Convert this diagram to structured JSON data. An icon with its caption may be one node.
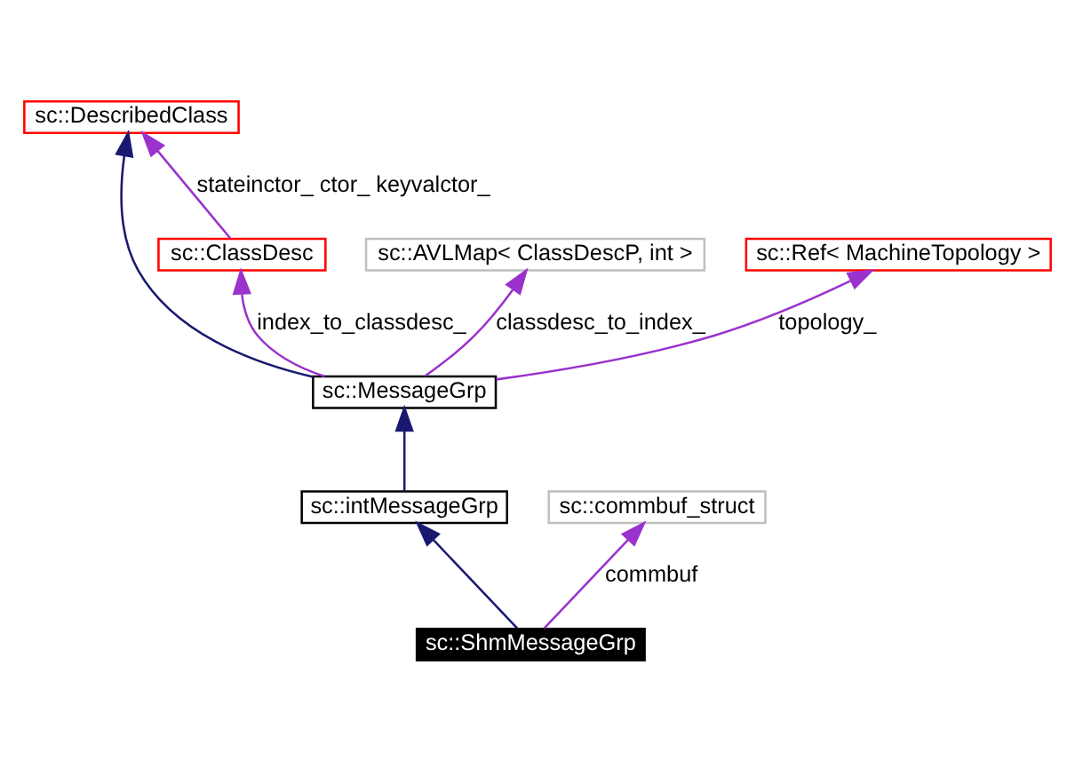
{
  "diagram": {
    "nodes": [
      {
        "text": [
          "sc::DescribedClass"
        ]
      },
      {
        "text": [
          "sc::ClassDesc"
        ]
      },
      {
        "text": [
          "sc::AVLMap< ClassDescP, int >"
        ]
      },
      {
        "text": [
          "sc::Ref< MachineTopology >"
        ]
      },
      {
        "text": [
          "sc::MessageGrp"
        ]
      },
      {
        "text": [
          "sc::intMessageGrp"
        ]
      },
      {
        "text": [
          "sc::commbuf_struct"
        ]
      },
      {
        "text": [
          "sc::ShmMessageGrp"
        ]
      }
    ],
    "edges": [
      {
        "from": 4,
        "to": 0,
        "arrow": "to",
        "color": "#191970"
      },
      {
        "from": 1,
        "to": 0,
        "arrow": "to",
        "label": "stateinctor_ ctor_ keyvalctor_"
      },
      {
        "from": 4,
        "to": 1,
        "arrow": "to",
        "label": "index_to_classdesc_"
      },
      {
        "from": 4,
        "to": 2,
        "arrow": "to",
        "label": "classdesc_to_index_"
      },
      {
        "from": 4,
        "to": 3,
        "arrow": "to",
        "label": "topology_"
      },
      {
        "from": 5,
        "to": 4,
        "arrow": "to",
        "color": "#191970"
      },
      {
        "from": 7,
        "to": 5,
        "arrow": "to",
        "color": "#191970"
      },
      {
        "from": 7,
        "to": 6,
        "arrow": "to",
        "label": "commbuf"
      }
    ]
  }
}
